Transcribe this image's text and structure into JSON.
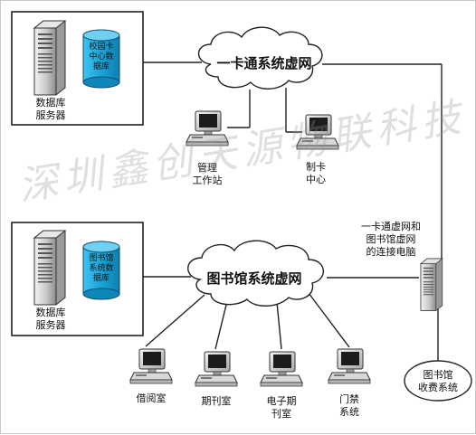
{
  "networks": {
    "campus_card": "一卡通系统虚网",
    "library": "图书馆系统虚网"
  },
  "top_box": {
    "database_label": "校园卡\n中心数\n据库",
    "server_label": "数据库\n服务器"
  },
  "bottom_box": {
    "database_label": "图书馆\n系统数\n据库",
    "server_label": "数据库\n服务器"
  },
  "top_clients": [
    {
      "label": "管理\n工作站"
    },
    {
      "label": "制卡\n中心"
    }
  ],
  "bridge_computer_label": "一卡通虚网和\n图书馆虚网\n的连接电脑",
  "library_clients": [
    {
      "label": "借阅室"
    },
    {
      "label": "期刊室"
    },
    {
      "label": "电子期\n刊室"
    },
    {
      "label": "门禁\n系统"
    }
  ],
  "billing_system_label": "图书馆\n收费系统",
  "watermark": "深圳鑫创天源物联科技",
  "colors": {
    "cylinder": "#22a7d8",
    "cylinder_top": "#6fd0f0",
    "line": "#222222",
    "box_border": "#222222"
  },
  "icons": {
    "server": "tower-server-icon",
    "workstation": "desktop-computer-icon",
    "database": "database-cylinder-icon",
    "network": "cloud-icon"
  }
}
